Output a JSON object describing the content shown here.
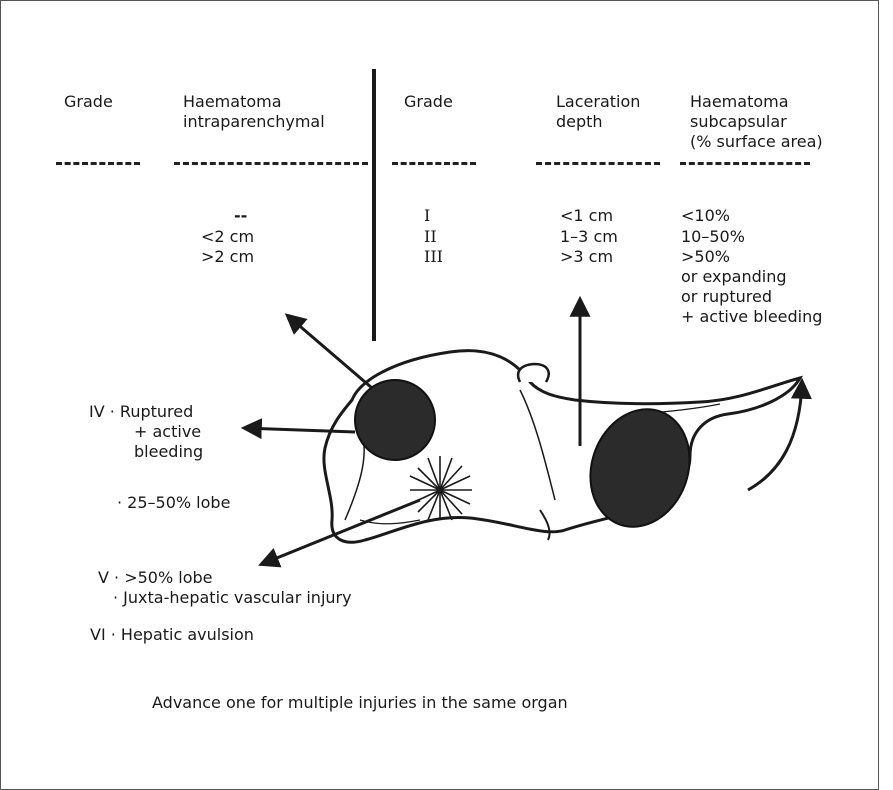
{
  "header": {
    "left": {
      "grade_label": "Grade",
      "haematoma_label_line1": "Haematoma",
      "haematoma_label_line2": "intraparenchymal",
      "values": [
        "--",
        "<2 cm",
        ">2 cm"
      ]
    },
    "right": {
      "grade_label": "Grade",
      "laceration_line1": "Laceration",
      "laceration_line2": "depth",
      "subcapsular_line1": "Haematoma",
      "subcapsular_line2": "subcapsular",
      "subcapsular_line3": "(% surface area)",
      "grades": [
        "I",
        "II",
        "III"
      ],
      "laceration_values": [
        "<1 cm",
        "1–3 cm",
        ">3 cm"
      ],
      "subcapsular_values": [
        "<10%",
        "10–50%",
        ">50%",
        "or expanding",
        "or ruptured",
        "+ active bleeding"
      ]
    }
  },
  "lower_grades": {
    "iv_line1": "IV · Ruptured",
    "iv_line2": "+ active",
    "iv_line3": "bleeding",
    "iv_line4": "· 25–50% lobe",
    "v_line1": "V · >50% lobe",
    "v_line2": "· Juxta-hepatic vascular injury",
    "vi_line1": "VI · Hepatic avulsion"
  },
  "footnote": "Advance one for multiple injuries in the same organ",
  "colors": {
    "ink": "#1a1a1a",
    "lesion_fill": "#2b2b2b",
    "background": "#ffffff"
  },
  "icons": [
    "liver-illustration",
    "haematoma-circle-icon",
    "laceration-star-icon",
    "subcapsular-ellipse-icon"
  ]
}
